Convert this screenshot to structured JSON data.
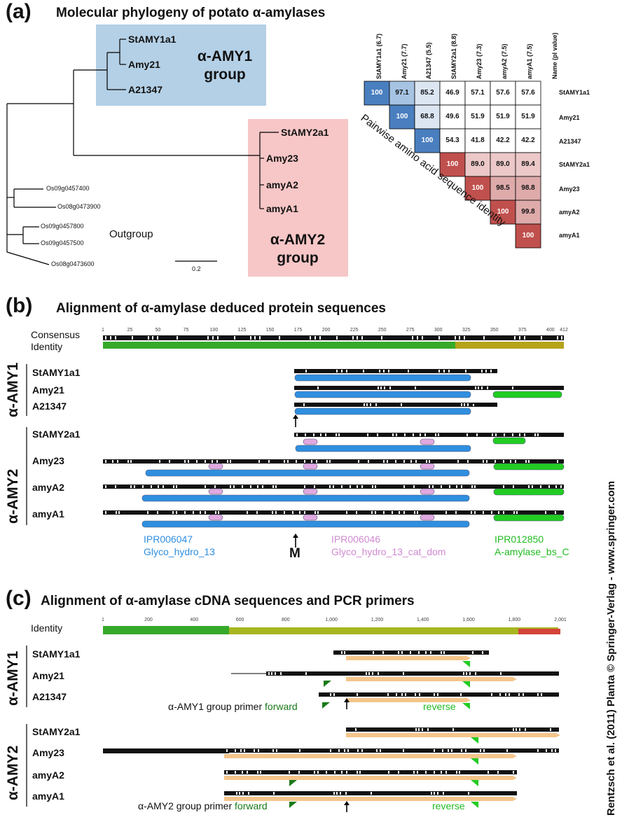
{
  "panel_a": {
    "letter": "(a)",
    "title": "Molecular phylogeny of potato α-amylases",
    "amy1_taxa": [
      "StAMY1a1",
      "Amy21",
      "A21347"
    ],
    "amy1_box_title": "α-AMY1",
    "amy1_box_sub": "group",
    "amy2_taxa": [
      "StAMY2a1",
      "Amy23",
      "amyA2",
      "amyA1"
    ],
    "amy2_box_title": "α-AMY2",
    "amy2_box_sub": "group",
    "outgroup_taxa": [
      "Os09g0457400",
      "Os08g0473900",
      "Os09g0457800",
      "Os09g0457500",
      "Os08g0473600"
    ],
    "outgroup_label": "Outgroup",
    "scale_label": "0.2",
    "matrix_columns": [
      "StAMY1a1 (6.7)",
      "Amy21 (7.7)",
      "A21347 (5.5)",
      "StAMY2a1 (8.8)",
      "Amy23 (7.3)",
      "amyA2 (7.5)",
      "amyA1 (7.5)",
      "Name (pI value)"
    ],
    "matrix_rows": [
      "StAMY1a1",
      "Amy21",
      "A21347",
      "StAMY2a1",
      "Amy23",
      "amyA2",
      "amyA1"
    ],
    "matrix_values": [
      [
        "100",
        "97.1",
        "85.2",
        "46.9",
        "57.1",
        "57.6",
        "57.6"
      ],
      [
        "",
        "100",
        "68.8",
        "49.6",
        "51.9",
        "51.9",
        "51.9"
      ],
      [
        "",
        "",
        "100",
        "54.3",
        "41.8",
        "42.2",
        "42.2"
      ],
      [
        "",
        "",
        "",
        "100",
        "89.0",
        "89.0",
        "89.4"
      ],
      [
        "",
        "",
        "",
        "",
        "100",
        "98.5",
        "98.8"
      ],
      [
        "",
        "",
        "",
        "",
        "",
        "100",
        "99.8"
      ],
      [
        "",
        "",
        "",
        "",
        "",
        "",
        "100"
      ]
    ],
    "matrix_caption": "Pairwise amino acid sequence identity"
  },
  "panel_b": {
    "letter": "(b)",
    "title": "Alignment of α-amylase deduced protein sequences",
    "consensus_label": "Consensus",
    "identity_label": "Identity",
    "ruler_ticks": [
      "1",
      "25",
      "50",
      "75",
      "100",
      "125",
      "150",
      "175",
      "200",
      "225",
      "250",
      "275",
      "300",
      "325",
      "350",
      "375",
      "400",
      "412"
    ],
    "group1_label": "α-AMY1",
    "group2_label": "α-AMY2",
    "rows": [
      "StAMY1a1",
      "Amy21",
      "A21347",
      "StAMY2a1",
      "Amy23",
      "amyA2",
      "amyA1"
    ],
    "marker_label": "M",
    "legend_blue_id": "IPR006047",
    "legend_blue_name": "Glyco_hydro_13",
    "legend_pink_id": "IPR006046",
    "legend_pink_name": "Glyco_hydro_13_cat_dom",
    "legend_green_id": "IPR012850",
    "legend_green_name": "A-amylase_bs_C",
    "colors": {
      "blue": "#2f8fdf",
      "pink": "#e0a9e0",
      "green": "#22cc22"
    }
  },
  "panel_c": {
    "letter": "(c)",
    "title": "Alignment of α-amylase cDNA sequences and PCR primers",
    "identity_label": "Identity",
    "ruler_ticks": [
      "1",
      "200",
      "400",
      "600",
      "800",
      "1,000",
      "1,200",
      "1,400",
      "1,600",
      "1,800",
      "2,001"
    ],
    "group1_label": "α-AMY1",
    "group2_label": "α-AMY2",
    "rows": [
      "StAMY1a1",
      "Amy21",
      "A21347",
      "StAMY2a1",
      "Amy23",
      "amyA2",
      "amyA1"
    ],
    "amy1_primer_text": "α-AMY1 group primer",
    "amy2_primer_text": "α-AMY2 group primer",
    "forward_label": "forward",
    "reverse_label": "reverse",
    "colors": {
      "orange": "#f5c58a",
      "primer": "#1a7a1a"
    }
  },
  "credit": "Rentzsch et al. (2011) Planta © Springer-Verlag - www.springer.com"
}
